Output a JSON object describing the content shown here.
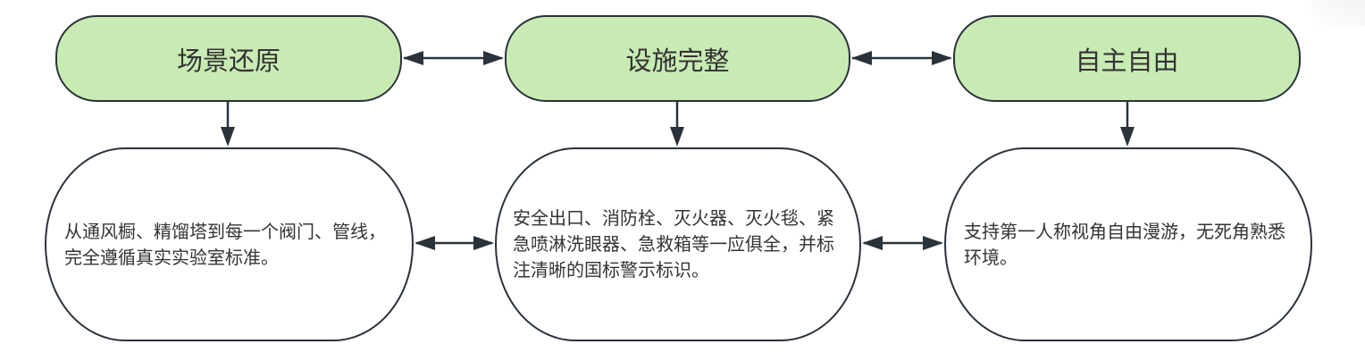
{
  "diagram": {
    "colors": {
      "top_fill": "#c8ebb4",
      "bottom_fill": "#ffffff",
      "stroke": "#2a323a",
      "text": "#333333"
    },
    "columns": [
      {
        "title": "场景还原",
        "description": "从通风橱、精馏塔到每一个阀门、管线，完全遵循真实实验室标准。"
      },
      {
        "title": "设施完整",
        "description": "安全出口、消防栓、灭火器、灭火毯、紧急喷淋洗眼器、急救箱等一应俱全，并标注清晰的国标警示标识。"
      },
      {
        "title": "自主自由",
        "description": "支持第一人称视角自由漫游，无死角熟悉环境。"
      }
    ],
    "edges": [
      {
        "from": "场景还原",
        "to": "设施完整",
        "type": "bidirectional"
      },
      {
        "from": "设施完整",
        "to": "自主自由",
        "type": "bidirectional"
      },
      {
        "from": "场景还原",
        "to": "从通风橱…",
        "type": "arrow-down"
      },
      {
        "from": "设施完整",
        "to": "安全出口…",
        "type": "arrow-down"
      },
      {
        "from": "自主自由",
        "to": "支持第一人称…",
        "type": "arrow-down"
      },
      {
        "from": "从通风橱…",
        "to": "安全出口…",
        "type": "bidirectional"
      },
      {
        "from": "安全出口…",
        "to": "支持第一人称…",
        "type": "bidirectional"
      }
    ]
  }
}
